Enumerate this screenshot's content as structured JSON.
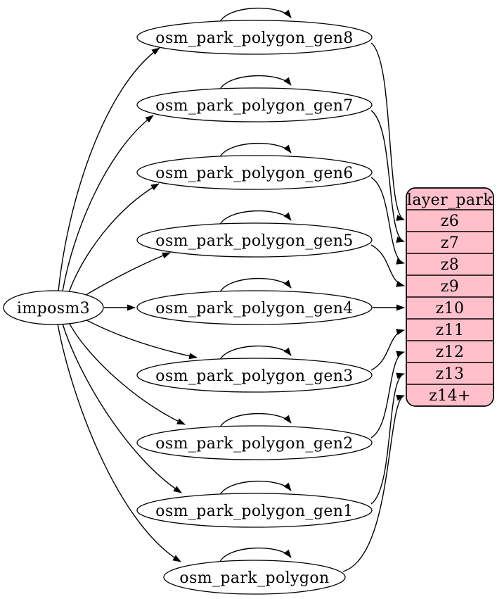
{
  "source": {
    "label": "imposm3"
  },
  "tables": [
    {
      "label": "osm_park_polygon_gen8",
      "maps_to": "z6",
      "self_loop": true
    },
    {
      "label": "osm_park_polygon_gen7",
      "maps_to": "z7",
      "self_loop": true
    },
    {
      "label": "osm_park_polygon_gen6",
      "maps_to": "z8",
      "self_loop": true
    },
    {
      "label": "osm_park_polygon_gen5",
      "maps_to": "z9",
      "self_loop": true
    },
    {
      "label": "osm_park_polygon_gen4",
      "maps_to": "z10",
      "self_loop": true
    },
    {
      "label": "osm_park_polygon_gen3",
      "maps_to": "z11",
      "self_loop": true
    },
    {
      "label": "osm_park_polygon_gen2",
      "maps_to": "z12",
      "self_loop": true
    },
    {
      "label": "osm_park_polygon_gen1",
      "maps_to": "z13",
      "self_loop": true
    },
    {
      "label": "osm_park_polygon",
      "maps_to": "z14+",
      "self_loop": true
    }
  ],
  "layer": {
    "title": "layer_park",
    "rows": [
      "z6",
      "z7",
      "z8",
      "z9",
      "z10",
      "z11",
      "z12",
      "z13",
      "z14+"
    ]
  },
  "colors": {
    "layer_fill": "#ffc0cb",
    "node_fill": "#ffffff",
    "stroke": "#000000"
  }
}
